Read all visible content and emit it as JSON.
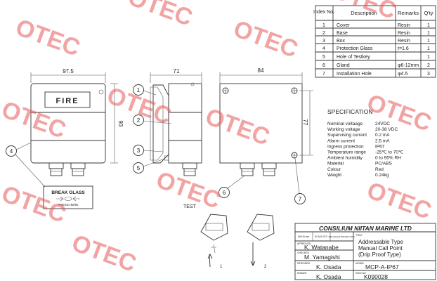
{
  "parts_table": {
    "headers": [
      "Index No.",
      "Description",
      "Remarks",
      "Q'ty"
    ],
    "rows": [
      {
        "no": "1",
        "desc": "Cover",
        "remarks": "Resin",
        "qty": "1"
      },
      {
        "no": "2",
        "desc": "Base",
        "remarks": "Resin",
        "qty": "1"
      },
      {
        "no": "3",
        "desc": "Box",
        "remarks": "Resin",
        "qty": "1"
      },
      {
        "no": "4",
        "desc": "Protection Glass",
        "remarks": "t=1.6",
        "qty": "1"
      },
      {
        "no": "5",
        "desc": "Hole of Testkey",
        "remarks": "",
        "qty": "1"
      },
      {
        "no": "6",
        "desc": "Gland",
        "remarks": "φ6-12mm",
        "qty": "2"
      },
      {
        "no": "7",
        "desc": "Installation Hole",
        "remarks": "φ4.5",
        "qty": "3"
      }
    ]
  },
  "dimensions": {
    "front_width": "97.5",
    "side_width": "71",
    "back_width": "84",
    "front_height": "93",
    "back_height": "77"
  },
  "front": {
    "label": "FIRE"
  },
  "break_glass": {
    "title": "BREAK GLASS",
    "sub": "PRESS HERE"
  },
  "callouts": [
    "1",
    "2",
    "3",
    "4",
    "5",
    "6",
    "7"
  ],
  "specification": {
    "title": "SPECIFICATION",
    "rows": [
      {
        "k": "Nominal voltaage",
        "v": "24VDC"
      },
      {
        "k": "Working voltage",
        "v": "20-38 VDC"
      },
      {
        "k": "Supervising current",
        "v": "0.2 mA"
      },
      {
        "k": "Alarm current",
        "v": "2.5 mA"
      },
      {
        "k": "Ingress protection",
        "v": "IP67"
      },
      {
        "k": "Temperature range",
        "v": "-25℃ to 70℃"
      },
      {
        "k": "Ambient humidity",
        "v": "0 to 95% RH"
      },
      {
        "k": "Material",
        "v": "PC/ABS"
      },
      {
        "k": "Colour",
        "v": "Red"
      },
      {
        "k": "Weight",
        "v": "0.24kg"
      }
    ]
  },
  "test": {
    "label": "TEST",
    "step1": "1",
    "step2": "2"
  },
  "title_block": {
    "company": "CONSILIUM NIITAN MARINE LTD",
    "dim_label": "DIM IN mm",
    "scale_label": "SCALE NTS",
    "angle_label": "3RD ANGLE PROJECTION",
    "title_label": "TITLE",
    "title_lines": [
      "Addressable Type",
      "Manual Call Point",
      "(Drip Proof Type)"
    ],
    "approved_label": "APPROVED",
    "approved": "K. Watanabe",
    "checked_label": "CHECKED",
    "checked": "M. Yamagishi",
    "designed_label": "DESIGNED",
    "designed": "K. Osada",
    "drawn_label": "DRAWN",
    "drawn": "K. Osada",
    "model_label": "MODEL",
    "model": "MCP-A-IP67",
    "dwg_label": "DWG NO",
    "dwg": "K090028"
  },
  "watermark": "OTEC"
}
